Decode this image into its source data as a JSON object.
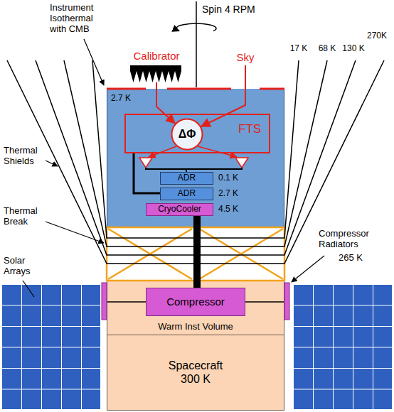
{
  "diagram": {
    "nodes": [
      {
        "text": [
          "Calibrator"
        ]
      },
      {
        "text": [
          "2.7 K"
        ]
      },
      {
        "text": [
          "FTS"
        ],
        "in": 1
      },
      {
        "text": [
          "ΔΦ"
        ],
        "in": 2
      },
      {
        "text": [
          "ADR",
          "0.1 K"
        ],
        "in": 1
      },
      {
        "text": [
          "ADR",
          "2.7 K"
        ],
        "in": 1
      },
      {
        "text": [
          "CryoCooler",
          "4.5 K"
        ],
        "in": 1
      },
      {
        "text": [
          "Warm Inst Volume"
        ]
      },
      {
        "text": [
          "Compressor"
        ],
        "in": 7
      },
      {
        "text": [
          "Spacecraft",
          "300 K"
        ]
      }
    ],
    "edges": [
      {
        "from": 0,
        "to": 3,
        "arrow": "to"
      },
      {
        "from": 6,
        "to": 8,
        "arrow": "none"
      }
    ],
    "labels": [
      "Spin 4 RPM",
      "Instrument Isothermal with CMB",
      "Sky",
      "17 K",
      "68 K",
      "130 K",
      "270K",
      "Thermal Shields",
      "Thermal Break",
      "Solar Arrays",
      "Compressor Radiators",
      "265 K"
    ]
  }
}
